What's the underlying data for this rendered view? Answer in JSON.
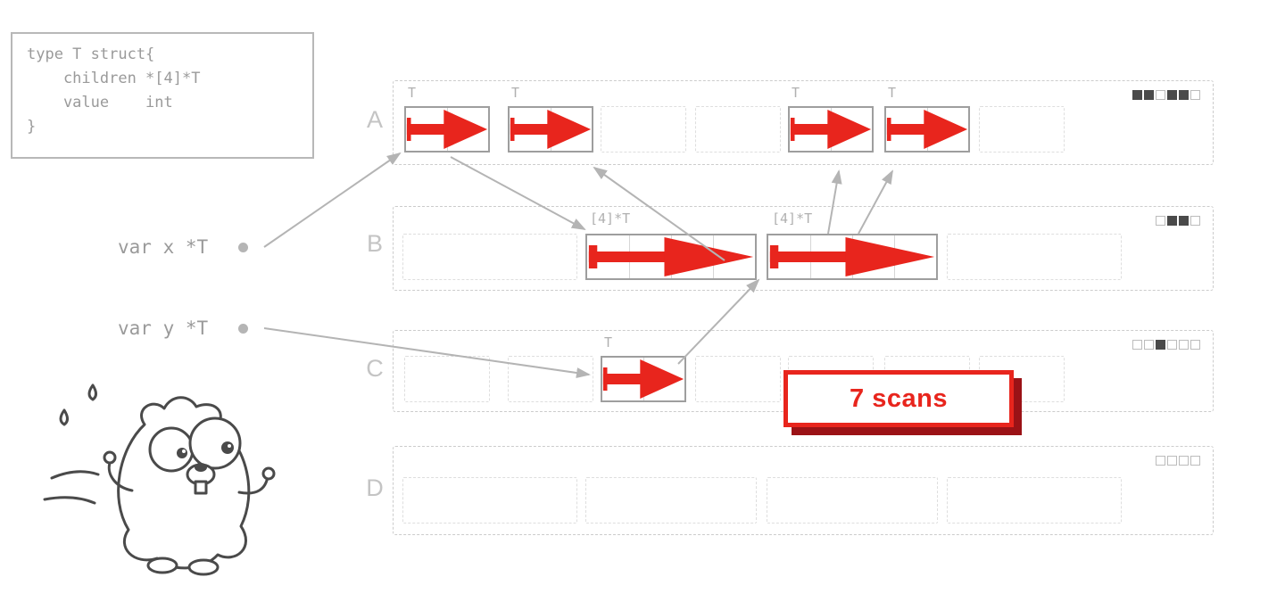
{
  "code_box": {
    "lines": [
      "type T struct{",
      "    children *[4]*T",
      "    value    int",
      "}"
    ]
  },
  "variables": [
    {
      "label": "var x *T"
    },
    {
      "label": "var y *T"
    }
  ],
  "rows": [
    {
      "label": "A",
      "object_labels": [
        "T",
        "T",
        "T",
        "T"
      ],
      "bitmap": [
        1,
        1,
        0,
        1,
        1,
        0
      ]
    },
    {
      "label": "B",
      "object_labels": [
        "[4]*T",
        "[4]*T"
      ],
      "bitmap": [
        0,
        1,
        1,
        0
      ]
    },
    {
      "label": "C",
      "object_labels": [
        "T"
      ],
      "bitmap": [
        0,
        0,
        1,
        0,
        0,
        0
      ]
    },
    {
      "label": "D",
      "object_labels": [],
      "bitmap": [
        0,
        0,
        0,
        0
      ]
    }
  ],
  "badge": {
    "label": "7 scans"
  },
  "colors": {
    "arrow_red": "#e8251d",
    "badge_shadow": "#9b1216",
    "connector_gray": "#b4b4b4",
    "outline_gray": "#9e9e9e"
  }
}
